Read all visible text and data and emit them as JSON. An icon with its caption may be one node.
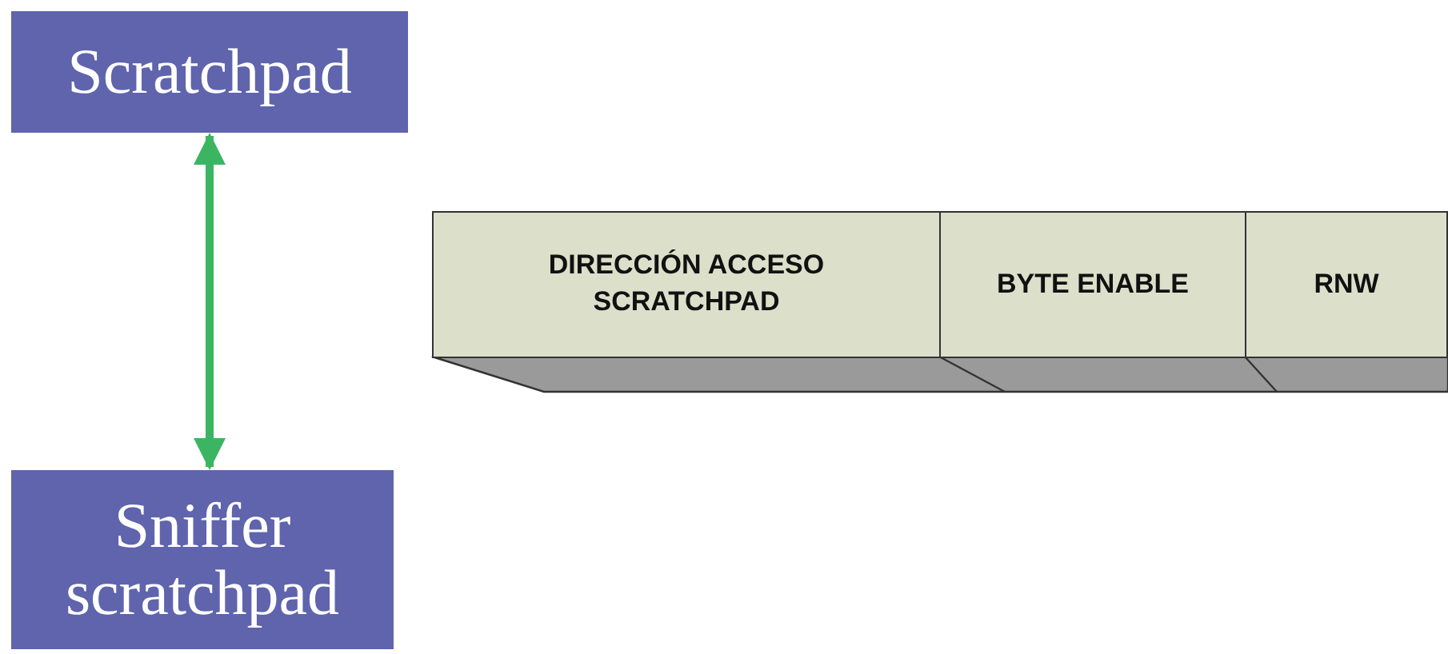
{
  "diagram": {
    "nodes": [
      {
        "text": [
          "Scratchpad"
        ]
      },
      {
        "text": [
          "Sniffer scratchpad"
        ]
      },
      {
        "text": [
          "DIRECCIÓN ACCESO SCRATCHPAD"
        ]
      },
      {
        "text": [
          "BYTE ENABLE"
        ]
      },
      {
        "text": [
          "RNW"
        ]
      }
    ],
    "edges": [
      {
        "from": 0,
        "to": 1,
        "arrow": "both",
        "color": "#3cb563"
      }
    ]
  }
}
